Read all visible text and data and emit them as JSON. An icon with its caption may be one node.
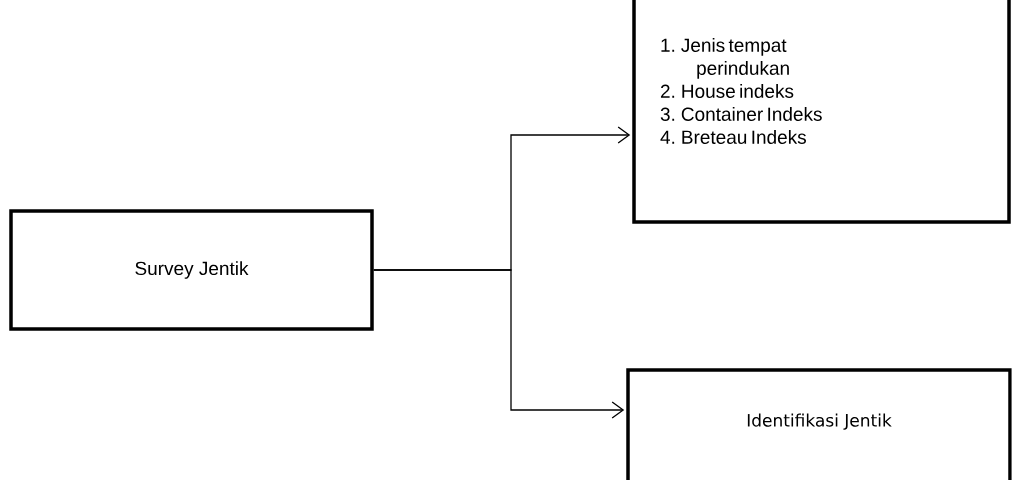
{
  "diagram": {
    "nodes": [
      {
        "text": [
          "Survey Jentik"
        ]
      },
      {
        "text": [
          "1. Jenis tempat perindukan",
          "2. House indeks",
          "3. Container Indeks",
          "4. Breteau Indeks"
        ]
      },
      {
        "text": [
          "Identifikasi Jentik"
        ]
      }
    ],
    "edges": [
      {
        "from": 0,
        "to": 1,
        "arrow": "to"
      },
      {
        "from": 0,
        "to": 2,
        "arrow": "to"
      }
    ]
  }
}
